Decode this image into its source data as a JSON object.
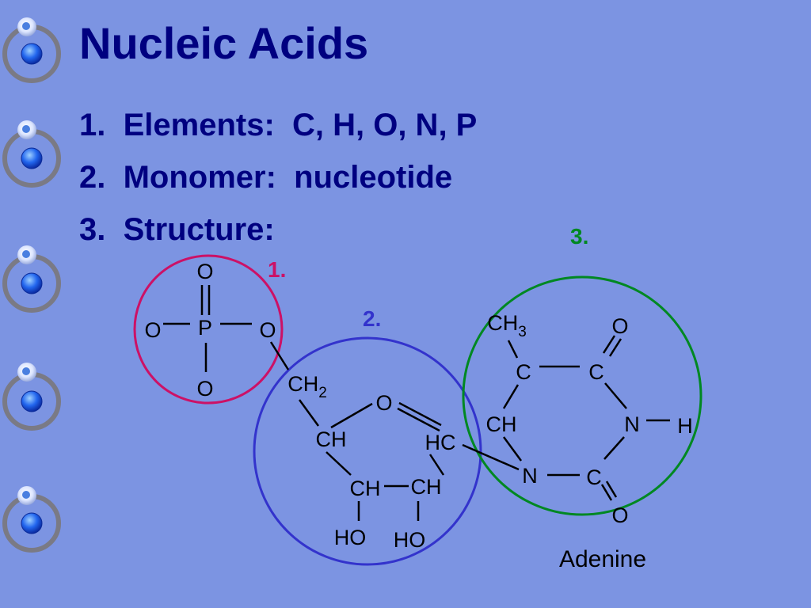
{
  "colors": {
    "background": "#7c94e2",
    "title_text": "#000080",
    "bullet_text": "#000080",
    "bond_line": "#000000",
    "circle_phosphate": "#cc1166",
    "circle_sugar": "#3333cc",
    "circle_base": "#008822",
    "label_phosphate": "#cc1166",
    "label_sugar": "#3333cc",
    "label_base": "#008822"
  },
  "slide": {
    "title": "Nucleic Acids",
    "bullets": [
      "1.  Elements:  C, H, O, N, P",
      "2.  Monomer:  nucleotide",
      "3.  Structure:"
    ]
  },
  "diagram": {
    "group_labels": {
      "phosphate": "1.",
      "sugar": "2.",
      "base": "3."
    },
    "phosphate": {
      "p": "P",
      "o_top": "O",
      "o_left": "O",
      "o_right": "O",
      "o_bottom": "O"
    },
    "sugar": {
      "ch2": "CH",
      "ch2_sub": "2",
      "ring_o": "O",
      "ch_left": "CH",
      "hc_right": "HC",
      "ch_bottom_left": "CH",
      "ch_bottom_right": "CH",
      "ho_left": "HO",
      "ho_right": "HO"
    },
    "base": {
      "ch3": "CH",
      "ch3_sub": "3",
      "c_top_left": "C",
      "c_top_right": "C",
      "o_top": "O",
      "ch_left": "CH",
      "n_right": "N",
      "h_right": "H",
      "n_bottom": "N",
      "c_bottom": "C",
      "o_bottom": "O"
    },
    "base_name": "Adenine"
  }
}
